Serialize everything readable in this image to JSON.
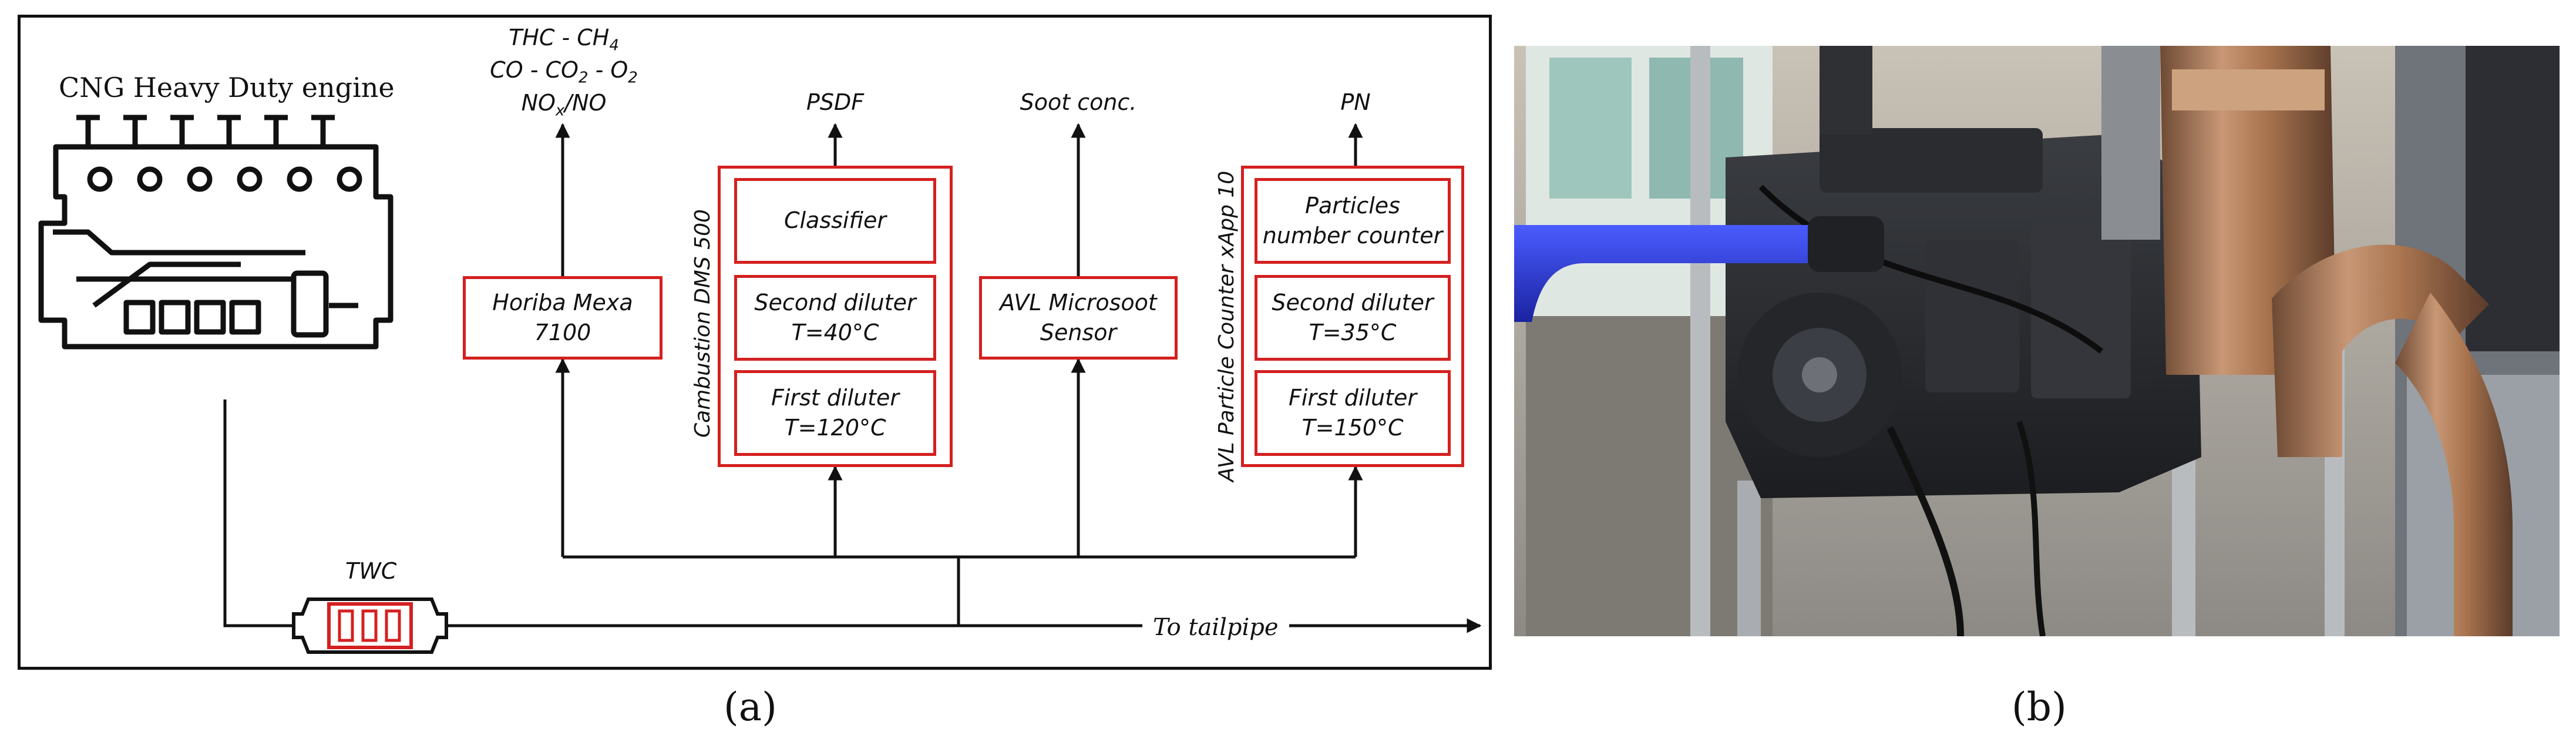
{
  "panel_a": {
    "engine_label": "CNG Heavy Duty engine",
    "twc_label": "TWC",
    "tailpipe_label": "To tailpipe",
    "mexa": {
      "lines": [
        "Horiba Mexa",
        "7100"
      ],
      "output_lines": [
        "THC - CH4",
        "CO - CO2 - O2",
        "NOx/NO"
      ]
    },
    "dms": {
      "title": "Cambustion DMS 500",
      "output": "PSDF",
      "modules": [
        {
          "lines": [
            "Classifier"
          ]
        },
        {
          "lines": [
            "Second diluter",
            "T=40°C"
          ]
        },
        {
          "lines": [
            "First diluter",
            "T=120°C"
          ]
        }
      ]
    },
    "microsoot": {
      "lines": [
        "AVL Microsoot",
        "Sensor"
      ],
      "output": "Soot conc."
    },
    "avl_pc": {
      "title": "AVL Particle Counter xApp 10",
      "output": "PN",
      "modules": [
        {
          "lines": [
            "Particles",
            "number counter"
          ]
        },
        {
          "lines": [
            "Second diluter",
            "T=35°C"
          ]
        },
        {
          "lines": [
            "First diluter",
            "T=150°C"
          ]
        }
      ]
    },
    "caption": "(a)"
  },
  "panel_b": {
    "caption": "(b)"
  },
  "colors": {
    "accent_red": "#d42020",
    "line": "#111111",
    "pipe_blue": "#2f3fd6",
    "copper": "#a9744f"
  }
}
